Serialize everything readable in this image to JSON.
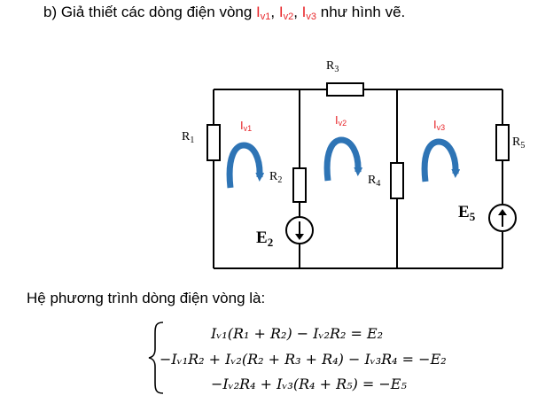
{
  "heading": {
    "prefix": "b)  Giả thiết các dòng điện vòng ",
    "loops": [
      {
        "base": "I",
        "sub": "v1"
      },
      {
        "base": "I",
        "sub": "v2"
      },
      {
        "base": "I",
        "sub": "v3"
      }
    ],
    "sep": ", ",
    "suffix": " như hình vẽ."
  },
  "circuit": {
    "resistors": [
      "R1",
      "R2",
      "R3",
      "R4",
      "R5"
    ],
    "resistor_labels": {
      "R1": "R",
      "R1_sub": "1",
      "R2": "R",
      "R2_sub": "2",
      "R3": "R",
      "R3_sub": "3",
      "R4": "R",
      "R4_sub": "4",
      "R5": "R",
      "R5_sub": "5"
    },
    "sources": {
      "E2": "E",
      "E2_sub": "2",
      "E5": "E",
      "E5_sub": "5"
    },
    "loop_labels": {
      "Iv1": "I",
      "Iv1_sub": "v1",
      "Iv2": "I",
      "Iv2_sub": "v2",
      "Iv3": "I",
      "Iv3_sub": "v3"
    },
    "colors": {
      "wire": "#000000",
      "loop_arrow": "#2e74b5",
      "loop_label": "#e8262a"
    }
  },
  "intro": "Hệ phương trình dòng điện vòng là:",
  "equations": [
    "Iᵥ₁(R₁ + R₂) − Iᵥ₂R₂ = E₂",
    "−Iᵥ₁R₂ + Iᵥ₂(R₂ + R₃ + R₄) − Iᵥ₃R₄ = −E₂",
    "−Iᵥ₂R₄ + Iᵥ₃(R₄ + R₅) = −E₅"
  ]
}
